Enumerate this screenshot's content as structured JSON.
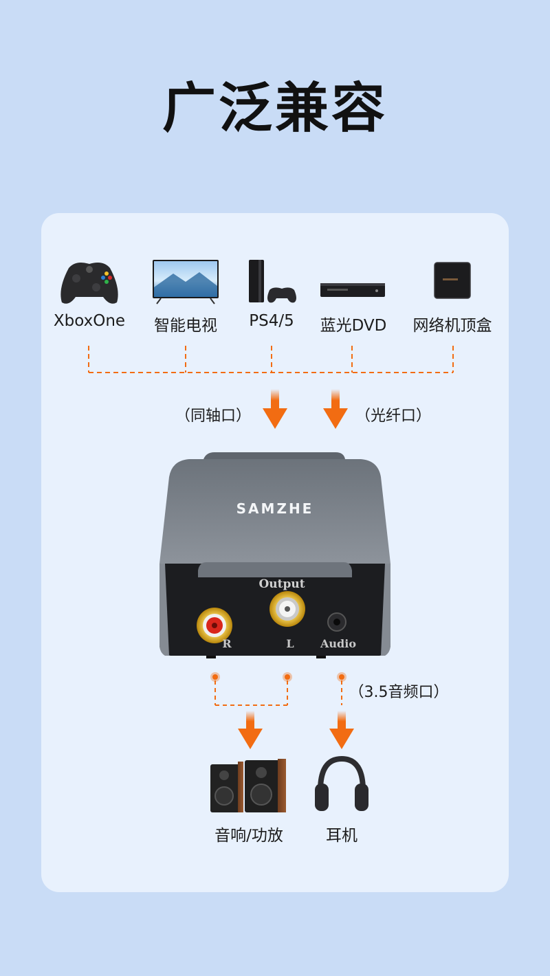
{
  "title": "广泛兼容",
  "sources": [
    {
      "label": "XboxOne",
      "icon": "game-controller-icon"
    },
    {
      "label": "智能电视",
      "icon": "smart-tv-icon"
    },
    {
      "label": "PS4/5",
      "icon": "playstation-console-icon"
    },
    {
      "label": "蓝光DVD",
      "icon": "bluray-player-icon"
    },
    {
      "label": "网络机顶盒",
      "icon": "set-top-box-icon"
    }
  ],
  "inputs": {
    "coaxial": "（同轴口）",
    "optical": "（光纤口）"
  },
  "device": {
    "brand": "SAMZHE",
    "port_header": "Output",
    "port_r": "R",
    "port_l": "L",
    "port_audio": "Audio"
  },
  "audio_jack_caption": "（3.5音频口）",
  "outputs": [
    {
      "label": "音响/功放",
      "icon": "speakers-icon"
    },
    {
      "label": "耳机",
      "icon": "headphones-icon"
    }
  ],
  "colors": {
    "background": "#c9dcf6",
    "card": "#e8f1fd",
    "accent_orange": "#f26c12",
    "device_body": "#7d838c"
  }
}
